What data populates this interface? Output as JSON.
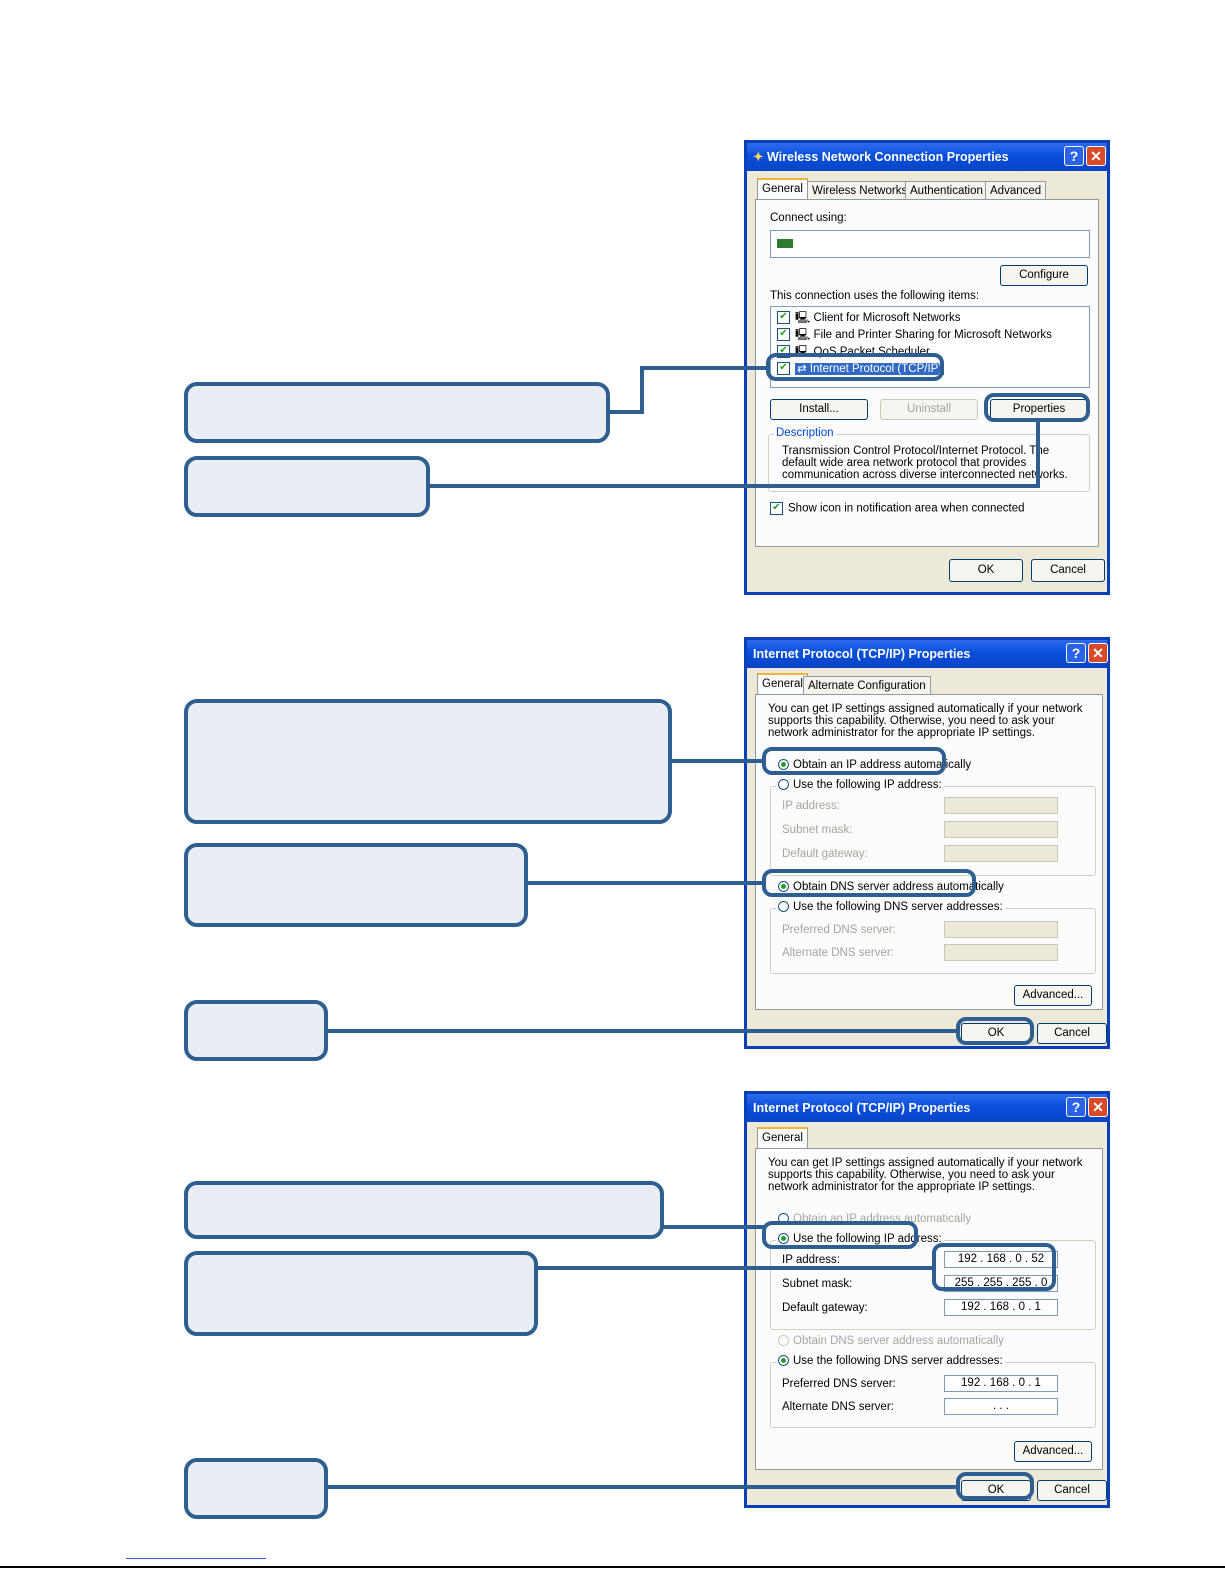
{
  "colors": {
    "callout_fill": "#e9edf4",
    "callout_border": "#2f5f91",
    "xp_title": "#0a4fd8"
  },
  "win1": {
    "title": "Wireless Network Connection Properties",
    "help_label": "?",
    "close_label": "✕",
    "tabs": [
      "General",
      "Wireless Networks",
      "Authentication",
      "Advanced"
    ],
    "connect_using_label": "Connect using:",
    "configure_label": "Configure",
    "items_label": "This connection uses the following items:",
    "items": [
      "Client for Microsoft Networks",
      "File and Printer Sharing for Microsoft Networks",
      "QoS Packet Scheduler",
      "Internet Protocol (TCP/IP)"
    ],
    "install_label": "Install...",
    "uninstall_label": "Uninstall",
    "properties_label": "Properties",
    "description_label": "Description",
    "description_text": "Transmission Control Protocol/Internet Protocol. The default wide area network protocol that provides communication across diverse interconnected networks.",
    "show_icon_label": "Show icon in notification area when connected",
    "ok_label": "OK",
    "cancel_label": "Cancel"
  },
  "win2": {
    "title": "Internet Protocol (TCP/IP) Properties",
    "help_label": "?",
    "close_label": "✕",
    "tabs": [
      "General",
      "Alternate Configuration"
    ],
    "intro": "You can get IP settings assigned automatically if your network supports this capability. Otherwise, you need to ask your network administrator for the appropriate IP settings.",
    "obtain_ip_label": "Obtain an IP address automatically",
    "use_ip_label": "Use the following IP address:",
    "ip_label": "IP address:",
    "subnet_label": "Subnet mask:",
    "gateway_label": "Default gateway:",
    "obtain_dns_label": "Obtain DNS server address automatically",
    "use_dns_label": "Use the following DNS server addresses:",
    "pref_dns_label": "Preferred DNS server:",
    "alt_dns_label": "Alternate DNS server:",
    "advanced_label": "Advanced...",
    "ok_label": "OK",
    "cancel_label": "Cancel"
  },
  "win3": {
    "title": "Internet Protocol (TCP/IP) Properties",
    "help_label": "?",
    "close_label": "✕",
    "tabs": [
      "General"
    ],
    "intro": "You can get IP settings assigned automatically if your network supports this capability. Otherwise, you need to ask your network administrator for the appropriate IP settings.",
    "obtain_ip_label": "Obtain an IP address automatically",
    "use_ip_label": "Use the following IP address:",
    "ip_label": "IP address:",
    "ip_value": "192 . 168 . 0 . 52",
    "subnet_label": "Subnet mask:",
    "subnet_value": "255 . 255 . 255 . 0",
    "gateway_label": "Default gateway:",
    "gateway_value": "192 . 168 . 0 . 1",
    "obtain_dns_label": "Obtain DNS server address automatically",
    "use_dns_label": "Use the following DNS server addresses:",
    "pref_dns_label": "Preferred DNS server:",
    "pref_dns_value": "192 . 168 . 0 . 1",
    "alt_dns_label": "Alternate DNS server:",
    "alt_dns_value": ". . .",
    "advanced_label": "Advanced...",
    "ok_label": "OK",
    "cancel_label": "Cancel"
  }
}
